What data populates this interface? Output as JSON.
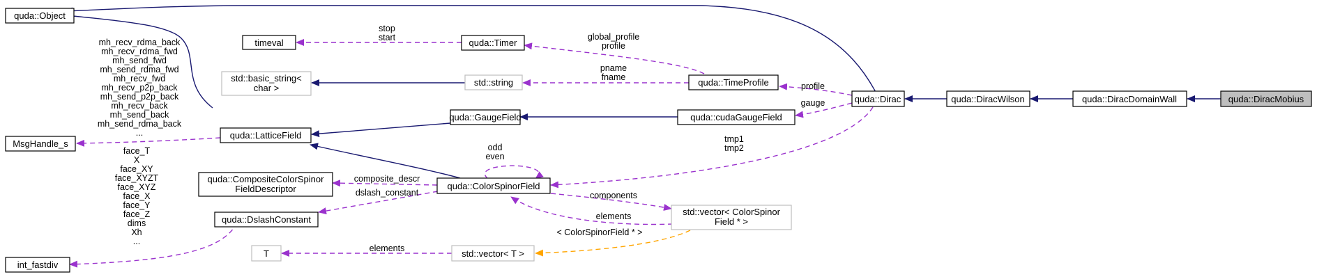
{
  "nodes": {
    "object": "quda::Object",
    "timeval": "timeval",
    "basic_string_1": "std::basic_string<",
    "basic_string_2": "char >",
    "msghandle": "MsgHandle_s",
    "latticefield": "quda::LatticeField",
    "timer": "quda::Timer",
    "string": "std::string",
    "gaugefield": "quda::GaugeField",
    "composite_1": "quda::CompositeColorSpinor",
    "composite_2": "FieldDescriptor",
    "colorspinorfield": "quda::ColorSpinorField",
    "dslash": "quda::DslashConstant",
    "int_fastdiv": "int_fastdiv",
    "t": "T",
    "vector_t": "std::vector< T >",
    "timeprofile": "quda::TimeProfile",
    "cudagaugefield": "quda::cudaGaugeField",
    "vector_csf_1": "std::vector< ColorSpinor",
    "vector_csf_2": "Field * >",
    "dirac": "quda::Dirac",
    "diracwilson": "quda::DiracWilson",
    "diracdomainwall": "quda::DiracDomainWall",
    "diracmobius": "quda::DiracMobius"
  },
  "labels": {
    "msg_members": [
      "mh_recv_rdma_back",
      "mh_recv_rdma_fwd",
      "mh_send_fwd",
      "mh_send_rdma_fwd",
      "mh_recv_fwd",
      "mh_recv_p2p_back",
      "mh_send_p2p_back",
      "mh_recv_back",
      "mh_send_back",
      "mh_send_rdma_back",
      "..."
    ],
    "fastdiv_members": [
      "face_T",
      "X",
      "face_XY",
      "face_XYZT",
      "face_XYZ",
      "face_X",
      "face_Y",
      "face_Z",
      "dims",
      "Xh",
      "..."
    ],
    "timer_members": [
      "stop",
      "start"
    ],
    "timer_profile": [
      "global_profile",
      "profile"
    ],
    "string_names": [
      "pname",
      "fname"
    ],
    "profile": "profile",
    "gauge": "gauge",
    "tmp": [
      "tmp1",
      "tmp2"
    ],
    "self_loop": [
      "odd",
      "even"
    ],
    "composite_descr": "composite_descr",
    "dslash_constant": "dslash_constant",
    "components": "components",
    "elements": "elements",
    "template_arg": "< ColorSpinorField * >",
    "elements_t": "elements"
  },
  "colors": {
    "inheritance": "#191970",
    "usage": "#9a32cd",
    "template": "#ffa500",
    "grey_border": "#bfbfbf",
    "focus_fill": "#bfbfbf"
  }
}
